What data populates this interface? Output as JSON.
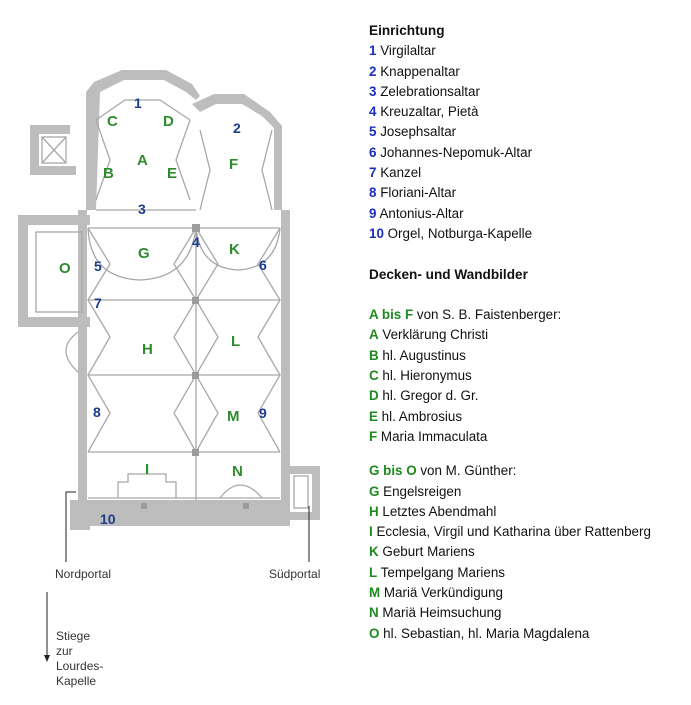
{
  "plan": {
    "letters": [
      "A",
      "B",
      "C",
      "D",
      "E",
      "F",
      "G",
      "H",
      "I",
      "K",
      "L",
      "M",
      "N",
      "O"
    ],
    "numbers": [
      "1",
      "2",
      "3",
      "4",
      "5",
      "6",
      "7",
      "8",
      "9",
      "10"
    ],
    "portal_north": "Nordportal",
    "portal_south": "Südportal",
    "stairs_lines": [
      "Stiege",
      "zur",
      "Lourdes-",
      "Kapelle"
    ]
  },
  "legend": {
    "einrichtung_title": "Einrichtung",
    "einrichtung": [
      {
        "key": "1",
        "text": "Virgilaltar"
      },
      {
        "key": "2",
        "text": "Knappenaltar"
      },
      {
        "key": "3",
        "text": "Zelebrationsaltar"
      },
      {
        "key": "4",
        "text": "Kreuzaltar, Pietà"
      },
      {
        "key": "5",
        "text": "Josephsaltar"
      },
      {
        "key": "6",
        "text": "Johannes-Nepomuk-Altar"
      },
      {
        "key": "7",
        "text": "Kanzel"
      },
      {
        "key": "8",
        "text": "Floriani-Altar"
      },
      {
        "key": "9",
        "text": "Antonius-Altar"
      },
      {
        "key": "10",
        "text": "Orgel, Notburga-Kapelle"
      }
    ],
    "bilder_title": "Decken- und Wandbilder",
    "group1_key": "A bis F",
    "group1_text": "von S. B. Faistenberger:",
    "group1": [
      {
        "key": "A",
        "text": "Verklärung Christi"
      },
      {
        "key": "B",
        "text": "hl. Augustinus"
      },
      {
        "key": "C",
        "text": "hl. Hieronymus"
      },
      {
        "key": "D",
        "text": "hl. Gregor d. Gr."
      },
      {
        "key": "E",
        "text": "hl. Ambrosius"
      },
      {
        "key": "F",
        "text": "Maria Immaculata"
      }
    ],
    "group2_key": "G bis O",
    "group2_text": "von M. Günther:",
    "group2": [
      {
        "key": "G",
        "text": "Engelsreigen"
      },
      {
        "key": "H",
        "text": "Letztes Abendmahl"
      },
      {
        "key": "I",
        "text": "Ecclesia, Virgil und Katharina über Rattenberg"
      },
      {
        "key": "K",
        "text": "Geburt Mariens"
      },
      {
        "key": "L",
        "text": "Tempelgang Mariens"
      },
      {
        "key": "M",
        "text": "Mariä Verkündigung"
      },
      {
        "key": "N",
        "text": "Mariä Heimsuchung"
      },
      {
        "key": "O",
        "text": "hl. Sebastian, hl. Maria Magdalena"
      }
    ]
  }
}
